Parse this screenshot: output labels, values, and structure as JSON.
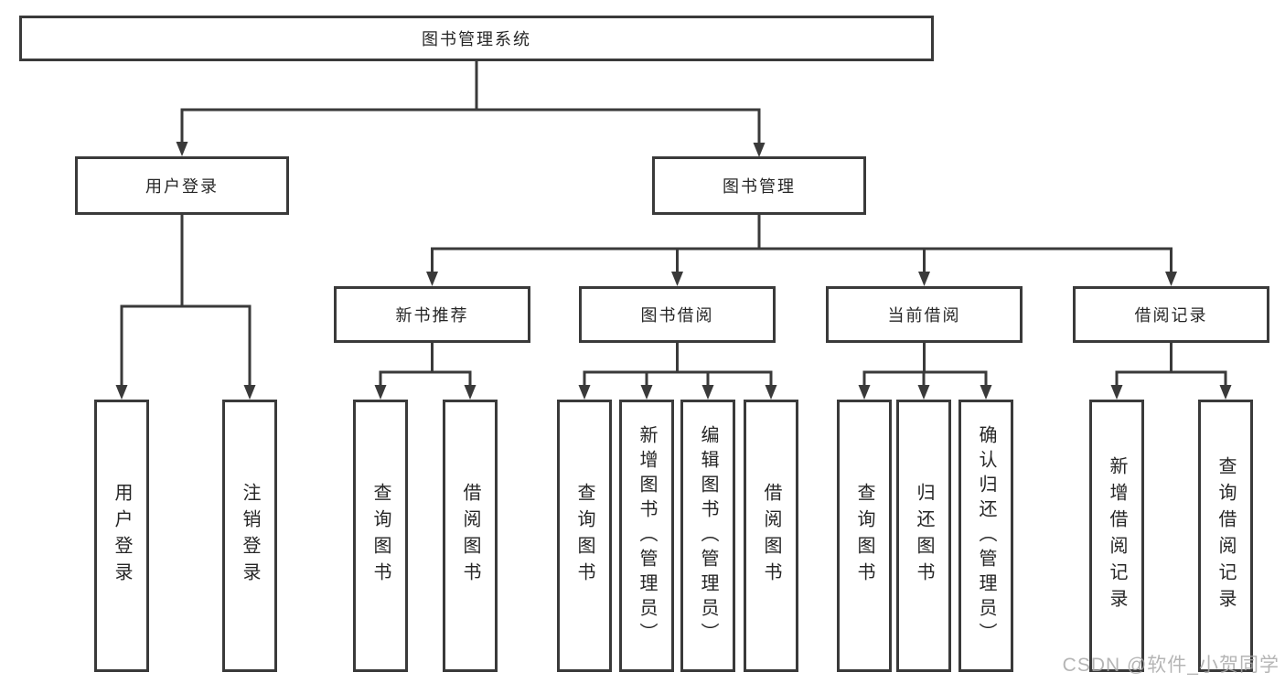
{
  "tree": {
    "label": "图书管理系统",
    "children": [
      {
        "label": "用户登录",
        "children": [
          {
            "label": "用户登录"
          },
          {
            "label": "注销登录"
          }
        ]
      },
      {
        "label": "图书管理",
        "children": [
          {
            "label": "新书推荐",
            "children": [
              {
                "label": "查询图书"
              },
              {
                "label": "借阅图书"
              }
            ]
          },
          {
            "label": "图书借阅",
            "children": [
              {
                "label": "查询图书"
              },
              {
                "label": "新增图书（管理员）"
              },
              {
                "label": "编辑图书（管理员）"
              },
              {
                "label": "借阅图书"
              }
            ]
          },
          {
            "label": "当前借阅",
            "children": [
              {
                "label": "查询图书"
              },
              {
                "label": "归还图书"
              },
              {
                "label": "确认归还（管理员）"
              }
            ]
          },
          {
            "label": "借阅记录",
            "children": [
              {
                "label": "新增借阅记录"
              },
              {
                "label": "查询借阅记录"
              }
            ]
          }
        ]
      }
    ]
  },
  "watermark": "CSDN @软件_小贺同学",
  "colors": {
    "line": "#3a3a3a",
    "box_border": "#3a3a3a",
    "text": "#262626",
    "watermark": "#a8a8a8"
  }
}
